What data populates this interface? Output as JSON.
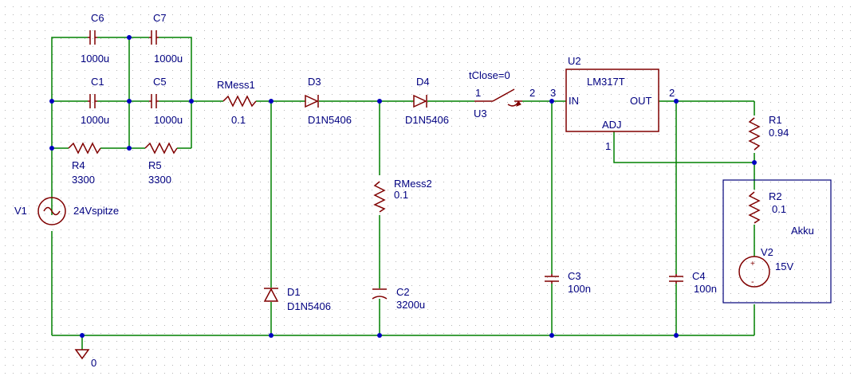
{
  "labels": {
    "c6_name": "C6",
    "c6_val": "1000u",
    "c7_name": "C7",
    "c7_val": "1000u",
    "c1_name": "C1",
    "c1_val": "1000u",
    "c5_name": "C5",
    "c5_val": "1000u",
    "r4_name": "R4",
    "r4_val": "3300",
    "r5_name": "R5",
    "r5_val": "3300",
    "v1_name": "V1",
    "v1_val": "24Vspitze",
    "rmess1_name": "RMess1",
    "rmess1_val": "0.1",
    "d3_name": "D3",
    "d3_val": "D1N5406",
    "d4_name": "D4",
    "d4_val": "D1N5406",
    "d1_name": "D1",
    "d1_val": "D1N5406",
    "rmess2_name": "RMess2",
    "rmess2_val": "0.1",
    "c2_name": "C2",
    "c2_val": "3200u",
    "u3_param": "tClose=0",
    "u3_name": "U3",
    "u3_pin1": "1",
    "u3_pin2": "2",
    "u2_name": "U2",
    "u2_part": "LM317T",
    "u2_in": "IN",
    "u2_out": "OUT",
    "u2_adj": "ADJ",
    "u2_pin3": "3",
    "u2_pin2": "2",
    "u2_pin1": "1",
    "r1_name": "R1",
    "r1_val": "0.94",
    "r2_name": "R2",
    "r2_val": "0.1",
    "akku": "Akku",
    "v2_name": "V2",
    "v2_val": "15V",
    "c3_name": "C3",
    "c3_val": "100n",
    "c4_name": "C4",
    "c4_val": "100n",
    "gnd": "0",
    "plus": "+",
    "minus": "-"
  },
  "colors": {
    "wire": "#008000",
    "component": "#800000",
    "text": "#000080",
    "junction": "#0000c0",
    "grid": "#b4b4b4"
  }
}
